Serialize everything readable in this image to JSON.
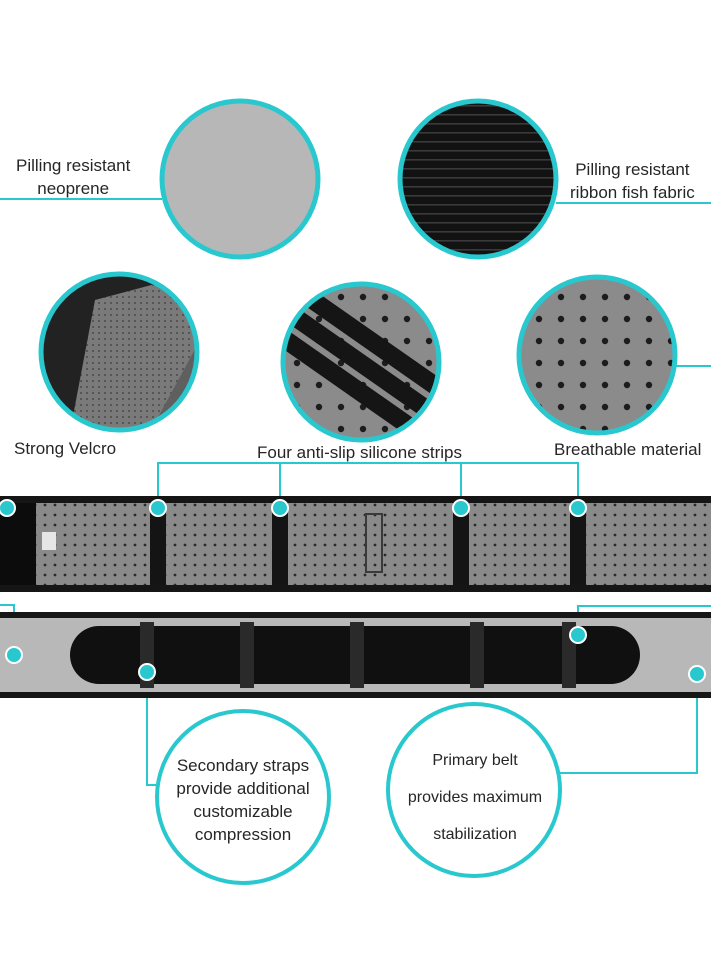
{
  "colors": {
    "accent": "#29c8cf",
    "belt_black": "#111111",
    "belt_gray": "#8e8e8e",
    "light_gray": "#b9b9b9"
  },
  "labels": {
    "neoprene": "Pilling resistant\nneoprene",
    "ribbon": "Pilling resistant\nribbon fish fabric",
    "velcro": "Strong Velcro",
    "silicone": "Four anti-slip silicone strips",
    "breathable": "Breathable material"
  },
  "bubbles": {
    "secondary": [
      "Secondary straps",
      "provide additional",
      "customizable",
      "compression"
    ],
    "primary": [
      "Primary belt",
      "provides maximum",
      "stabilization"
    ]
  }
}
